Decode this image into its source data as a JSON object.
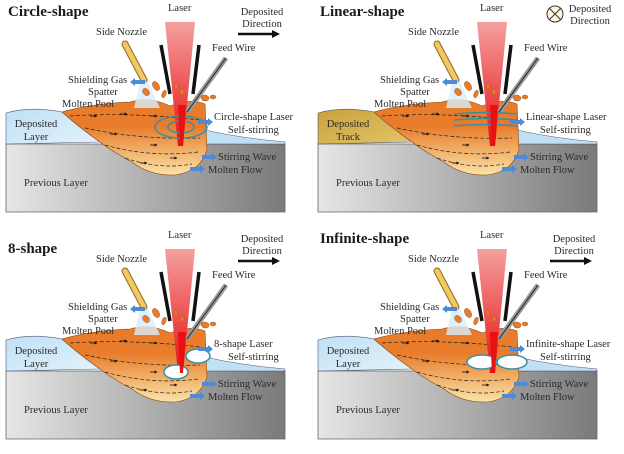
{
  "panels": [
    {
      "title": "Circle-shape",
      "stirring_mode": "circle",
      "deposited_region_label": [
        "Deposited",
        "Layer"
      ],
      "direction_label": [
        "Deposited",
        "Direction"
      ],
      "direction_symbol": "arrow-right",
      "labels": {
        "laser": "Laser",
        "side_nozzle": "Side Nozzle",
        "feed_wire": "Feed Wire",
        "shielding_gas": "Shielding Gas",
        "spatter": "Spatter",
        "molten_pool": "Molten Pool",
        "self_stirring": [
          "Circle-shape Laser",
          "Self-stirring"
        ],
        "stirring_wave": "Stirring Wave",
        "molten_flow": "Molten Flow",
        "previous_layer": "Previous Layer"
      }
    },
    {
      "title": "Linear-shape",
      "stirring_mode": "linear",
      "deposited_region_label": [
        "Deposited",
        "Track"
      ],
      "direction_label": [
        "Deposited",
        "Direction"
      ],
      "direction_symbol": "into-page",
      "labels": {
        "laser": "Laser",
        "side_nozzle": "Side Nozzle",
        "feed_wire": "Feed Wire",
        "shielding_gas": "Shielding Gas",
        "spatter": "Spatter",
        "molten_pool": "Molten Pool",
        "self_stirring": [
          "Linear-shape Laser",
          "Self-stirring"
        ],
        "stirring_wave": "Stirring Wave",
        "molten_flow": "Molten Flow",
        "previous_layer": "Previous Layer"
      }
    },
    {
      "title": "8-shape",
      "stirring_mode": "eight",
      "deposited_region_label": [
        "Deposited",
        "Layer"
      ],
      "direction_label": [
        "Deposited",
        "Direction"
      ],
      "direction_symbol": "arrow-right",
      "labels": {
        "laser": "Laser",
        "side_nozzle": "Side Nozzle",
        "feed_wire": "Feed Wire",
        "shielding_gas": "Shielding Gas",
        "spatter": "Spatter",
        "molten_pool": "Molten Pool",
        "self_stirring": [
          "8-shape Laser",
          "Self-stirring"
        ],
        "stirring_wave": "Stirring Wave",
        "molten_flow": "Molten Flow",
        "previous_layer": "Previous Layer"
      }
    },
    {
      "title": "Infinite-shape",
      "stirring_mode": "infinite",
      "deposited_region_label": [
        "Deposited",
        "Layer"
      ],
      "direction_label": [
        "Deposited",
        "Direction"
      ],
      "direction_symbol": "arrow-right",
      "labels": {
        "laser": "Laser",
        "side_nozzle": "Side Nozzle",
        "feed_wire": "Feed Wire",
        "shielding_gas": "Shielding Gas",
        "spatter": "Spatter",
        "molten_pool": "Molten Pool",
        "self_stirring": [
          "Infinite-shape Laser",
          "Self-stirring"
        ],
        "stirring_wave": "Stirring Wave",
        "molten_flow": "Molten Flow",
        "previous_layer": "Previous Layer"
      }
    }
  ],
  "colors": {
    "laser_top": "#f4a0a0",
    "laser_bottom": "#e81010",
    "molten_pool": "#e87c2a",
    "molten_pool_light": "#fbe3a8",
    "deposited_layer": "#bfe0f5",
    "deposited_track": "#c9a23a",
    "previous_layer_light": "#e6e6e6",
    "previous_layer_dark": "#7a7a7a",
    "nozzle": "#f4c860",
    "stirring_path": "#3a8fa8",
    "callout_arrow": "#4f8ad6"
  }
}
